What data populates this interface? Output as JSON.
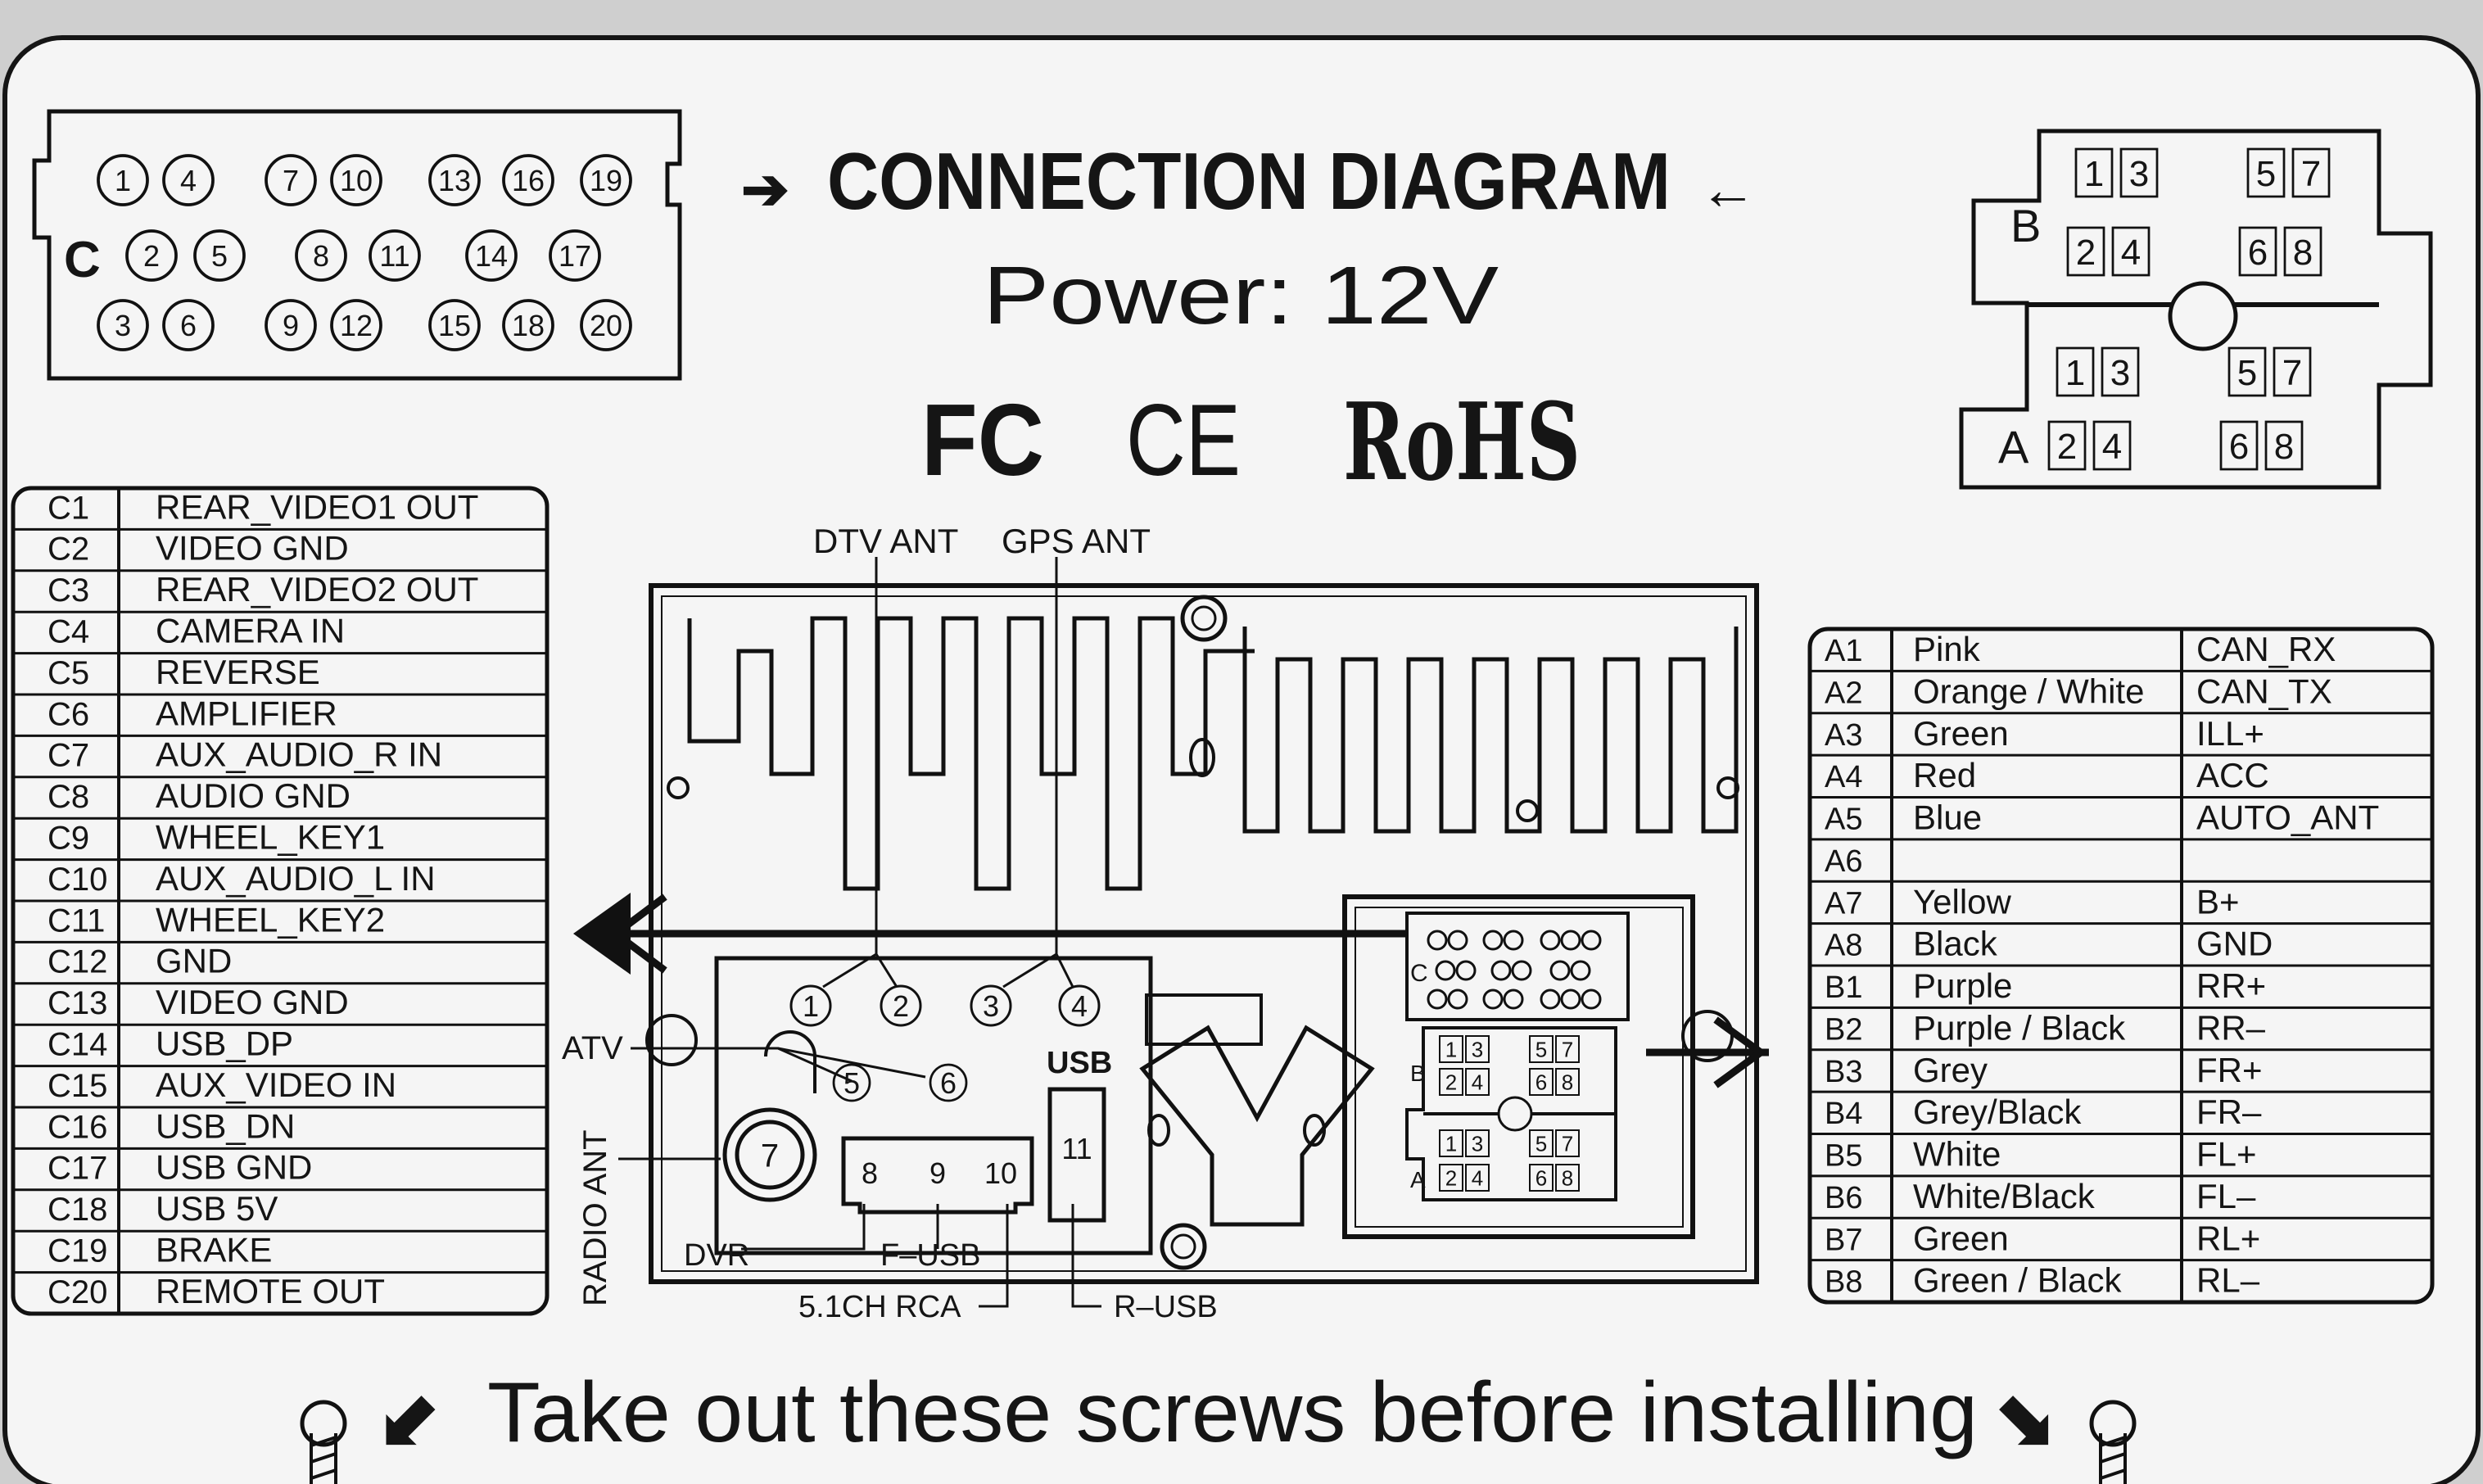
{
  "title": "CONNECTION DIAGRAM",
  "title_arrow_left": "➔",
  "title_arrow_right": "←",
  "power": "Power:  12V",
  "cert": {
    "fc": "FC",
    "ce": "CE",
    "rohs": "RoHS"
  },
  "c_connector": {
    "letter": "C",
    "rows": [
      [
        "1",
        "4",
        "7",
        "10",
        "13",
        "16",
        "19"
      ],
      [
        "2",
        "5",
        "8",
        "11",
        "14",
        "17"
      ],
      [
        "3",
        "6",
        "9",
        "12",
        "15",
        "18",
        "20"
      ]
    ]
  },
  "ab_connector": {
    "b_letter": "B",
    "a_letter": "A",
    "top_pairs": [
      [
        "1",
        "3"
      ],
      [
        "5",
        "7"
      ]
    ],
    "bottom_pairs": [
      [
        "2",
        "4"
      ],
      [
        "6",
        "8"
      ]
    ]
  },
  "c_table": [
    {
      "pin": "C1",
      "label": "REAR_VIDEO1 OUT"
    },
    {
      "pin": "C2",
      "label": "VIDEO GND"
    },
    {
      "pin": "C3",
      "label": "REAR_VIDEO2 OUT"
    },
    {
      "pin": "C4",
      "label": "CAMERA IN"
    },
    {
      "pin": "C5",
      "label": "REVERSE"
    },
    {
      "pin": "C6",
      "label": "AMPLIFIER"
    },
    {
      "pin": "C7",
      "label": "AUX_AUDIO_R IN"
    },
    {
      "pin": "C8",
      "label": "AUDIO GND"
    },
    {
      "pin": "C9",
      "label": "WHEEL_KEY1"
    },
    {
      "pin": "C10",
      "label": "AUX_AUDIO_L IN"
    },
    {
      "pin": "C11",
      "label": "WHEEL_KEY2"
    },
    {
      "pin": "C12",
      "label": "GND"
    },
    {
      "pin": "C13",
      "label": "VIDEO GND"
    },
    {
      "pin": "C14",
      "label": "USB_DP"
    },
    {
      "pin": "C15",
      "label": "AUX_VIDEO IN"
    },
    {
      "pin": "C16",
      "label": "USB_DN"
    },
    {
      "pin": "C17",
      "label": "USB GND"
    },
    {
      "pin": "C18",
      "label": "USB 5V"
    },
    {
      "pin": "C19",
      "label": "BRAKE"
    },
    {
      "pin": "C20",
      "label": "REMOTE OUT"
    }
  ],
  "ab_table": [
    {
      "pin": "A1",
      "color": "Pink",
      "signal": "CAN_RX"
    },
    {
      "pin": "A2",
      "color": "Orange / White",
      "signal": "CAN_TX"
    },
    {
      "pin": "A3",
      "color": "Green",
      "signal": "ILL+"
    },
    {
      "pin": "A4",
      "color": "Red",
      "signal": "ACC"
    },
    {
      "pin": "A5",
      "color": "Blue",
      "signal": "AUTO_ANT"
    },
    {
      "pin": "A6",
      "color": "",
      "signal": ""
    },
    {
      "pin": "A7",
      "color": "Yellow",
      "signal": "B+"
    },
    {
      "pin": "A8",
      "color": "Black",
      "signal": "GND"
    },
    {
      "pin": "B1",
      "color": "Purple",
      "signal": "RR+"
    },
    {
      "pin": "B2",
      "color": "Purple / Black",
      "signal": "RR–"
    },
    {
      "pin": "B3",
      "color": "Grey",
      "signal": "FR+"
    },
    {
      "pin": "B4",
      "color": "Grey/Black",
      "signal": "FR–"
    },
    {
      "pin": "B5",
      "color": "White",
      "signal": "FL+"
    },
    {
      "pin": "B6",
      "color": "White/Black",
      "signal": "FL–"
    },
    {
      "pin": "B7",
      "color": "Green",
      "signal": "RL+"
    },
    {
      "pin": "B8",
      "color": "Green / Black",
      "signal": "RL–"
    }
  ],
  "labels": {
    "dtv_ant": "DTV ANT",
    "gps_ant": "GPS ANT",
    "atv": "ATV",
    "radio_ant": "RADIO ANT",
    "usb": "USB",
    "dvr": "DVR",
    "f_usb": "F–USB",
    "rca": "5.1CH RCA",
    "r_usb": "R–USB"
  },
  "unit_ports": [
    "1",
    "2",
    "3",
    "4",
    "5",
    "6",
    "7",
    "8",
    "9",
    "10",
    "11"
  ],
  "footer": "Take out these screws before installing",
  "footer_arrow_left": "⬋",
  "footer_arrow_right": "⬊"
}
